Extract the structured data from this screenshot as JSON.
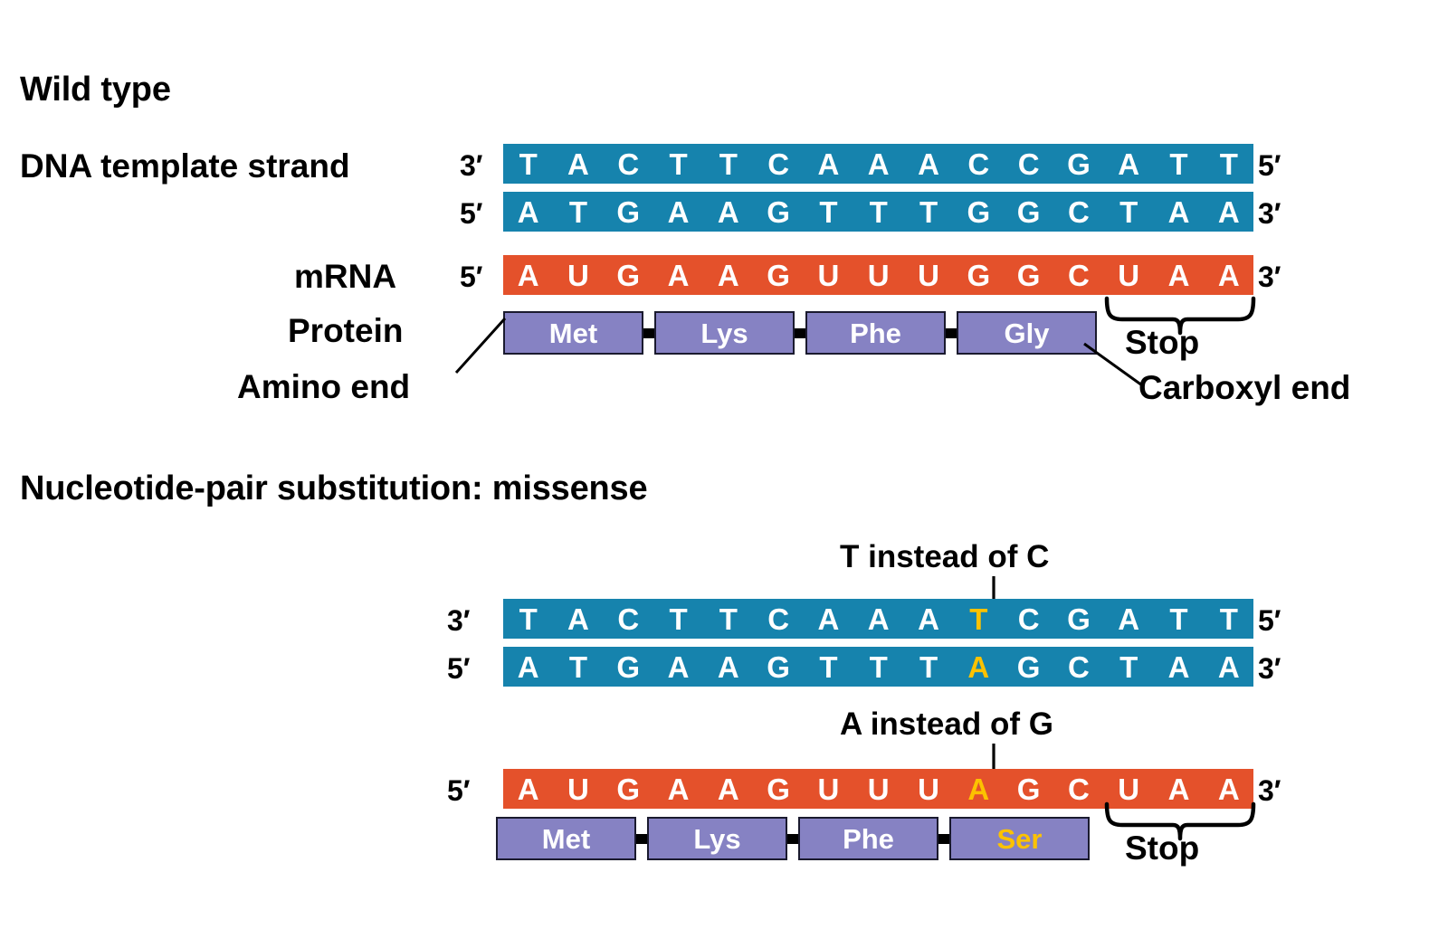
{
  "colors": {
    "dna_strand": "#1683ad",
    "mrna_strand": "#e4512b",
    "protein_box": "#8682c3",
    "mutation_highlight": "#fcc200",
    "text_on_strand": "#ffffff",
    "background": "#ffffff"
  },
  "panels": [
    {
      "id": "wild-type",
      "title": "Wild type",
      "labels": {
        "dna_template_strand": "DNA template strand",
        "mrna": "mRNA",
        "protein": "Protein",
        "amino_end": "Amino end",
        "carboxyl_end": "Carboxyl end",
        "stop": "Stop"
      },
      "strands": [
        {
          "name": "dna-template-strand",
          "left_end": "3′",
          "right_end": "5′",
          "bases": [
            "T",
            "A",
            "C",
            "T",
            "T",
            "C",
            "A",
            "A",
            "A",
            "C",
            "C",
            "G",
            "A",
            "T",
            "T"
          ],
          "mutated_index": null
        },
        {
          "name": "dna-coding-strand",
          "left_end": "5′",
          "right_end": "3′",
          "bases": [
            "A",
            "T",
            "G",
            "A",
            "A",
            "G",
            "T",
            "T",
            "T",
            "G",
            "G",
            "C",
            "T",
            "A",
            "A"
          ],
          "mutated_index": null
        },
        {
          "name": "mrna-strand",
          "left_end": "5′",
          "right_end": "3′",
          "bases": [
            "A",
            "U",
            "G",
            "A",
            "A",
            "G",
            "U",
            "U",
            "U",
            "G",
            "G",
            "C",
            "U",
            "A",
            "A"
          ],
          "mutated_index": null
        }
      ],
      "amino_acids": [
        {
          "name": "Met",
          "mutated": false
        },
        {
          "name": "Lys",
          "mutated": false
        },
        {
          "name": "Phe",
          "mutated": false
        },
        {
          "name": "Gly",
          "mutated": false
        }
      ]
    },
    {
      "id": "missense",
      "title": "Nucleotide-pair substitution: missense",
      "labels": {
        "stop": "Stop"
      },
      "callouts": [
        {
          "name": "dna-mutation-callout",
          "text": "T instead of C"
        },
        {
          "name": "mrna-mutation-callout",
          "text": "A instead of G"
        }
      ],
      "strands": [
        {
          "name": "dna-template-strand",
          "left_end": "3′",
          "right_end": "5′",
          "bases": [
            "T",
            "A",
            "C",
            "T",
            "T",
            "C",
            "A",
            "A",
            "A",
            "T",
            "C",
            "G",
            "A",
            "T",
            "T"
          ],
          "mutated_index": 9
        },
        {
          "name": "dna-coding-strand",
          "left_end": "5′",
          "right_end": "3′",
          "bases": [
            "A",
            "T",
            "G",
            "A",
            "A",
            "G",
            "T",
            "T",
            "T",
            "A",
            "G",
            "C",
            "T",
            "A",
            "A"
          ],
          "mutated_index": 9
        },
        {
          "name": "mrna-strand",
          "left_end": "5′",
          "right_end": "3′",
          "bases": [
            "A",
            "U",
            "G",
            "A",
            "A",
            "G",
            "U",
            "U",
            "U",
            "A",
            "G",
            "C",
            "U",
            "A",
            "A"
          ],
          "mutated_index": 9
        }
      ],
      "amino_acids": [
        {
          "name": "Met",
          "mutated": false
        },
        {
          "name": "Lys",
          "mutated": false
        },
        {
          "name": "Phe",
          "mutated": false
        },
        {
          "name": "Ser",
          "mutated": true
        }
      ]
    }
  ]
}
